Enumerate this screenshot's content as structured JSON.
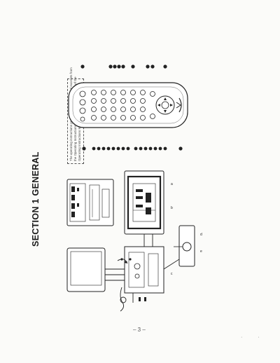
{
  "section_title": "SECTION 1 GENERAL",
  "notice_lines": [
    "The operating instructions presented here are partial excerpts from",
    "the Operating Instructions Manual. The page numbers of the",
    "Operating Instructions Manual remain as in the manual."
  ],
  "page_number": "– 3 –",
  "corner_mark": "· ·",
  "icons": {
    "remote": "remote-control-icon",
    "tv": "television-icon",
    "vcr": "vcr-icon",
    "antenna": "antenna-icon"
  }
}
